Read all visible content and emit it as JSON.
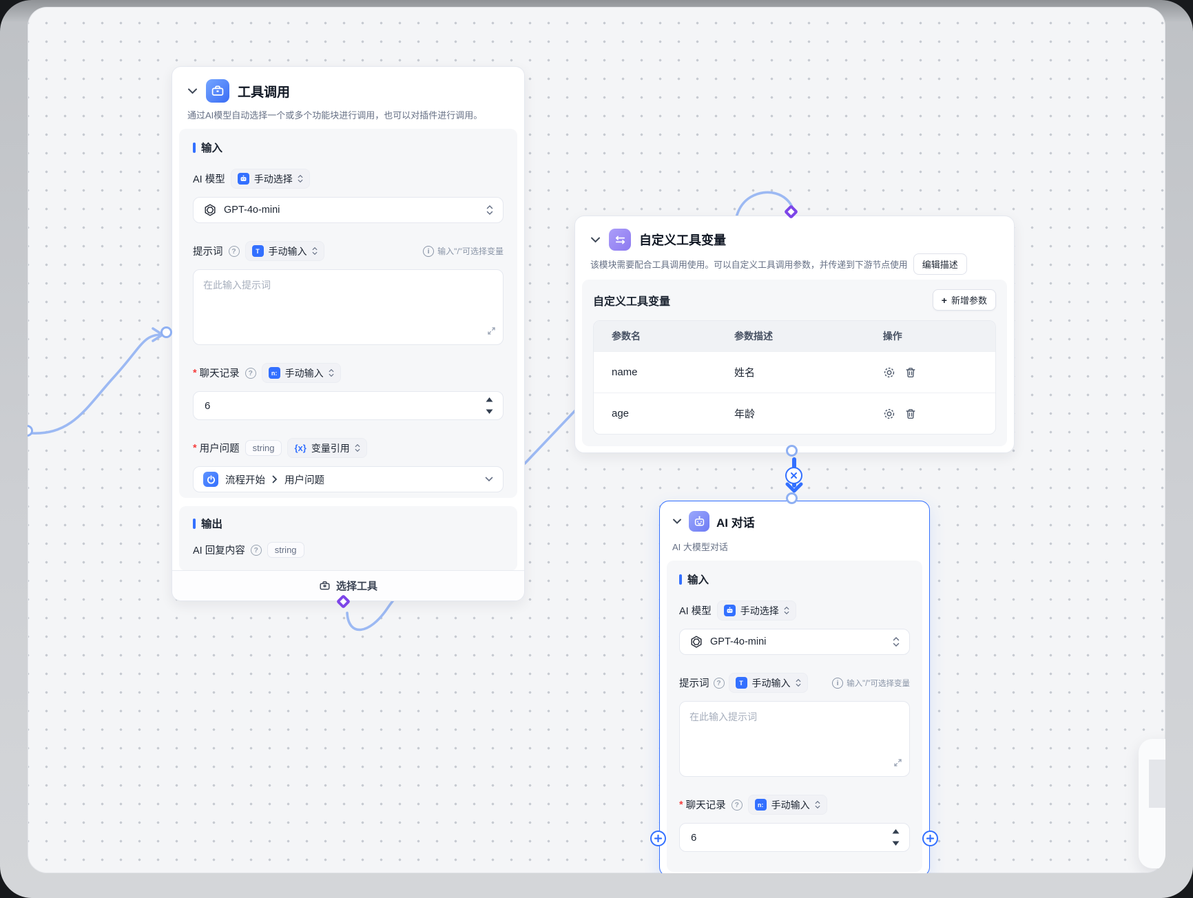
{
  "colors": {
    "accent": "#3370FF",
    "edge": "#9CB9F3",
    "diamond": "#7D45E8",
    "selected_border": "#3370FF",
    "panel_bg": "#F6F7F9",
    "required": "#F53F3F"
  },
  "icons": {
    "collapse": "chevron-down",
    "tool": "briefcase-icon",
    "custom_vars": "sliders-icon",
    "ai": "robot-icon",
    "model_provider": "openai-logo-icon",
    "flow_start": "power-circle-icon",
    "settings": "gear-icon",
    "delete": "trash-icon",
    "expand": "expand-icon",
    "help_glyph": "?",
    "info_glyph": "i",
    "plus_glyph": "+",
    "required_mark": "*",
    "prompt_glyph": "T",
    "history_glyph": "n:",
    "variable_glyph": "{x}"
  },
  "nodes": {
    "tool_call": {
      "title": "工具调用",
      "description": "通过AI模型自动选择一个或多个功能块进行调用，也可以对插件进行调用。",
      "input_section": "输入",
      "model": {
        "label": "AI 模型",
        "mode": "手动选择",
        "value": "GPT-4o-mini"
      },
      "prompt": {
        "label": "提示词",
        "mode": "手动输入",
        "placeholder": "在此输入提示词",
        "hint": "输入\"/\"可选择变量"
      },
      "history": {
        "label": "聊天记录",
        "mode": "手动输入",
        "value": "6"
      },
      "question": {
        "label": "用户问题",
        "type": "string",
        "mode": "变量引用",
        "source": "流程开始",
        "field": "用户问题"
      },
      "output_section": "输出",
      "output_field": {
        "label": "AI 回复内容",
        "type": "string"
      },
      "footer": {
        "select_tool": "选择工具"
      }
    },
    "custom_vars": {
      "title": "自定义工具变量",
      "description": "该模块需要配合工具调用使用。可以自定义工具调用参数，并传递到下游节点使用",
      "edit_desc": "编辑描述",
      "panel_title": "自定义工具变量",
      "add_param": "新增参数",
      "table": {
        "col_name": "参数名",
        "col_desc": "参数描述",
        "col_ops": "操作",
        "rows": [
          {
            "name": "name",
            "desc": "姓名"
          },
          {
            "name": "age",
            "desc": "年龄"
          }
        ]
      }
    },
    "ai_chat": {
      "title": "AI 对话",
      "subtitle": "AI 大模型对话",
      "input_section": "输入",
      "model": {
        "label": "AI 模型",
        "mode": "手动选择",
        "value": "GPT-4o-mini"
      },
      "prompt": {
        "label": "提示词",
        "mode": "手动输入",
        "placeholder": "在此输入提示词",
        "hint": "输入\"/\"可选择变量"
      },
      "history": {
        "label": "聊天记录",
        "mode": "手动输入",
        "value": "6"
      }
    }
  }
}
